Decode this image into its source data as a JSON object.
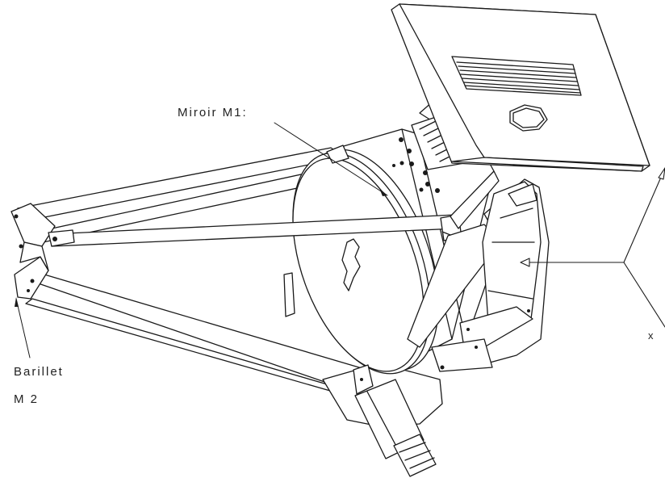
{
  "labels": {
    "mirror_m1": "Miroir M1:",
    "barrel_line1": "Barillet",
    "barrel_line2": "M 2",
    "axis_x": "x"
  },
  "colors": {
    "line": "#1a1a1a",
    "fill": "#ffffff"
  }
}
